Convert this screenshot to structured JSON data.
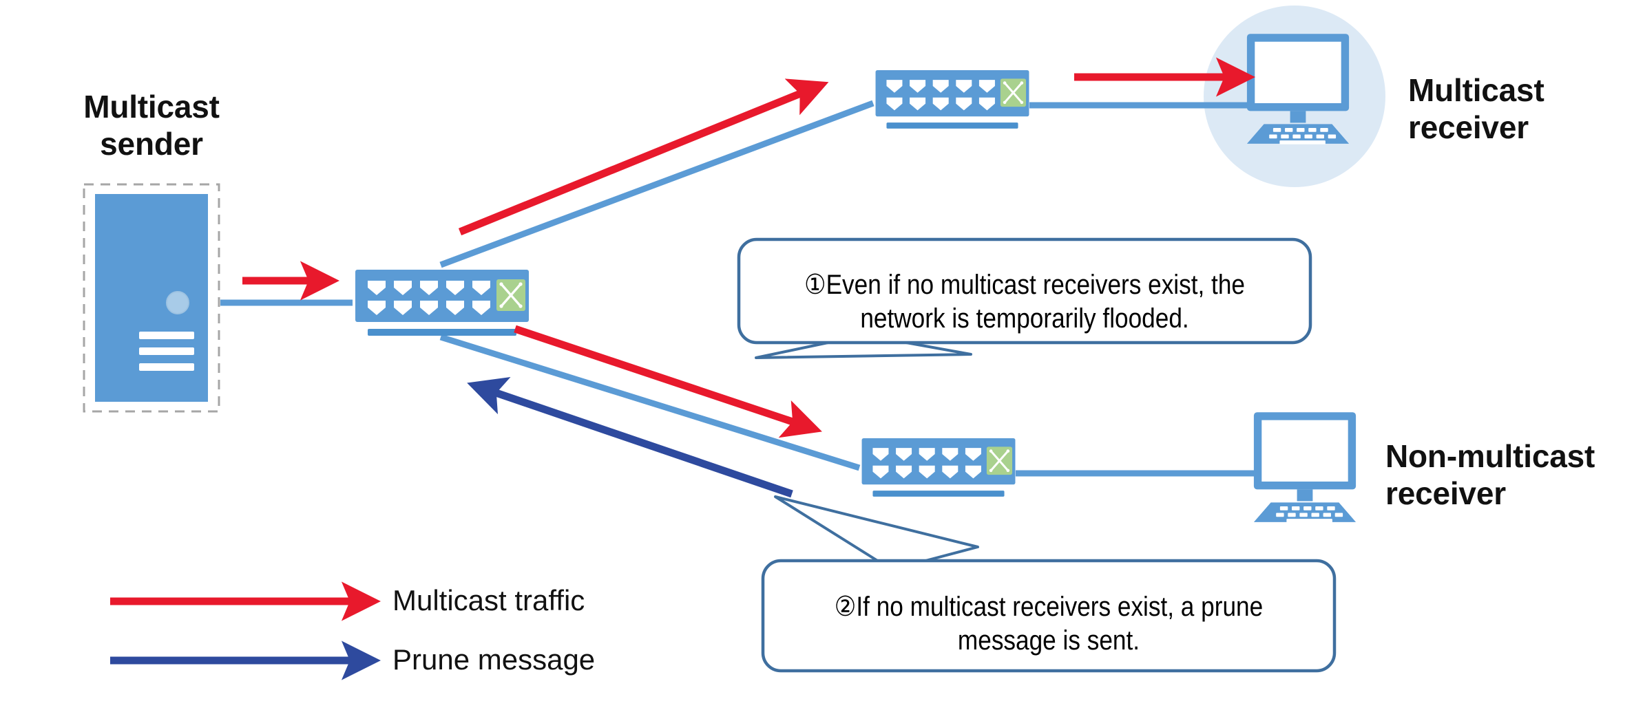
{
  "diagram": {
    "title": "Multicast flooding and prune message diagram",
    "background": "#ffffff"
  },
  "colors": {
    "multicast_traffic": "#e8192c",
    "prune_message": "#2e4a9e",
    "link_line": "#5b9bd5",
    "device_blue": "#5b9bd5",
    "device_blue_dark": "#3d7ebf",
    "switch_green": "#a9d18e",
    "callout_border": "#3f6f9f",
    "highlight_circle": "#dce9f5",
    "server_dash": "#a6a6a6",
    "text": "#111111"
  },
  "labels": {
    "multicast_sender": "Multicast\nsender",
    "multicast_receiver": "Multicast\nreceiver",
    "non_multicast_receiver": "Non-multicast\nreceiver"
  },
  "callouts": [
    {
      "id": "callout-1",
      "marker": "①",
      "line1": "①Even if no multicast receivers exist, the",
      "line2": "network is temporarily flooded."
    },
    {
      "id": "callout-2",
      "marker": "②",
      "line1": "②If no multicast receivers exist, a prune",
      "line2": "message is sent."
    }
  ],
  "legend": {
    "items": [
      {
        "label": "Multicast traffic",
        "color": "#e8192c",
        "icon": "red-arrow-icon"
      },
      {
        "label": "Prune message",
        "color": "#2e4a9e",
        "icon": "navy-arrow-icon"
      }
    ]
  },
  "nodes": [
    {
      "id": "server",
      "name": "multicast-sender-server",
      "icon": "server-icon"
    },
    {
      "id": "switch-center",
      "name": "center-switch",
      "icon": "switch-icon"
    },
    {
      "id": "switch-top",
      "name": "top-switch",
      "icon": "switch-icon"
    },
    {
      "id": "switch-bottom",
      "name": "bottom-switch",
      "icon": "switch-icon"
    },
    {
      "id": "pc-top",
      "name": "multicast-receiver-computer",
      "icon": "desktop-computer-icon"
    },
    {
      "id": "pc-bottom",
      "name": "non-multicast-receiver-computer",
      "icon": "desktop-computer-icon"
    }
  ]
}
